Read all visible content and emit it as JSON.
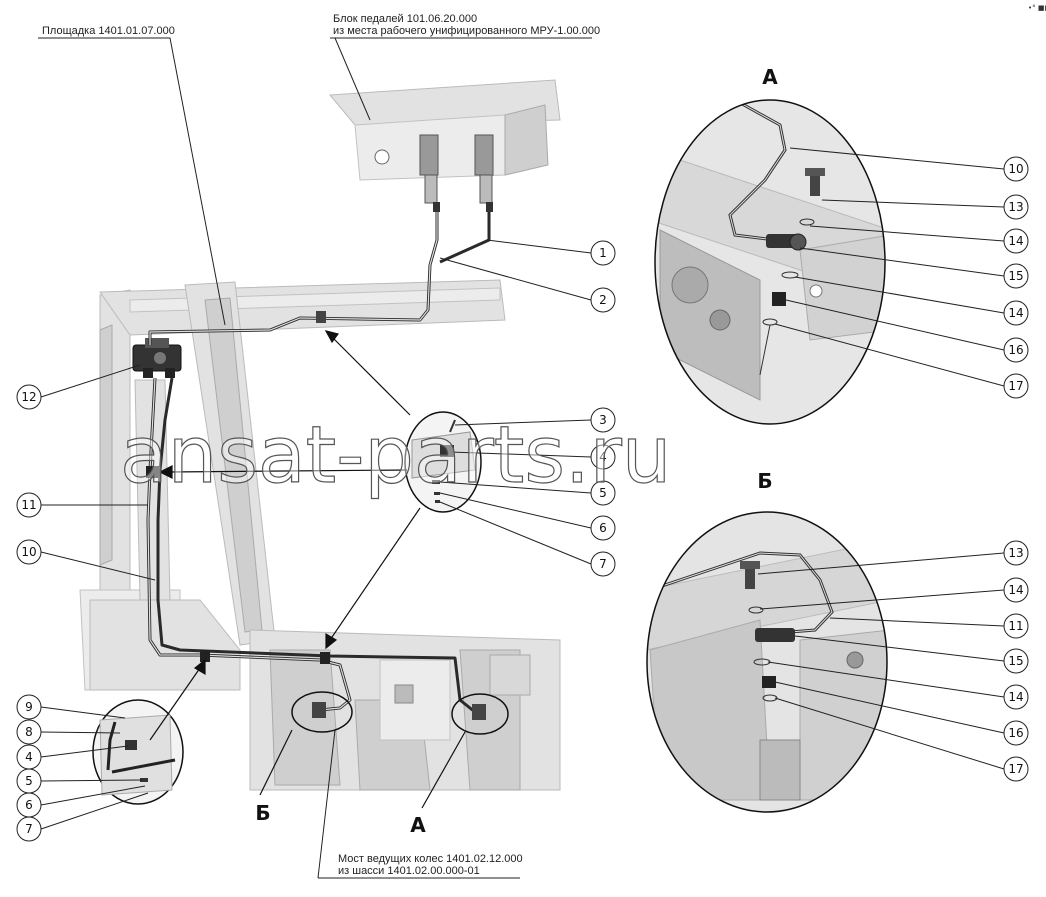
{
  "labels": {
    "platform": "Площадка 1401.01.07.000",
    "pedal_block_line1": "Блок педалей 101.06.20.000",
    "pedal_block_line2": "из места рабочего унифицированного МРУ-1.00.000",
    "axle_line1": "Мост ведущих колес 1401.02.12.000",
    "axle_line2": "из шасси 1401.02.00.000-01"
  },
  "views": {
    "view_a": "А",
    "view_b": "Б"
  },
  "watermark": "ansat-parts.ru",
  "corner_mark": "•° ■■■",
  "callouts": {
    "c1": "1",
    "c2": "2",
    "c3": "3",
    "c4a": "4",
    "c5a": "5",
    "c6a": "6",
    "c7a": "7",
    "c12": "12",
    "c11": "11",
    "c10": "10",
    "c9": "9",
    "c8": "8",
    "c4b": "4",
    "c5b": "5",
    "c6b": "6",
    "c7b": "7",
    "a10": "10",
    "a13": "13",
    "a14a": "14",
    "a15": "15",
    "a14b": "14",
    "a16": "16",
    "a17": "17",
    "b13": "13",
    "b14a": "14",
    "b11": "11",
    "b15": "15",
    "b14b": "14",
    "b16": "16",
    "b17": "17"
  }
}
